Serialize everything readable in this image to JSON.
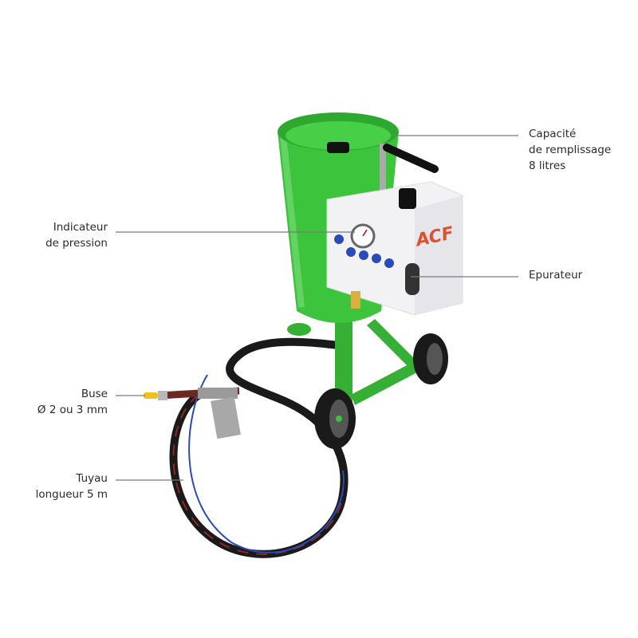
{
  "callouts": {
    "capacite": {
      "lines": [
        "Capacité",
        "de remplissage",
        "8 litres"
      ]
    },
    "indicateur": {
      "lines": [
        "Indicateur",
        "de pression"
      ]
    },
    "epurateur": {
      "lines": [
        "Epurateur"
      ]
    },
    "buse": {
      "lines": [
        "Buse",
        "Ø 2 ou 3 mm"
      ]
    },
    "tuyau": {
      "lines": [
        "Tuyau",
        "longueur 5 m"
      ]
    }
  },
  "product": {
    "logo_text": "ACF",
    "colors": {
      "body": "#3cc43c",
      "panel": "#f2f2f4",
      "hose": "#1a1a1a",
      "hose_stripe": "#8a2a22",
      "air_line": "#2a4ab8",
      "nozzle": "#f0c020",
      "leader_line": "#7a7a7a"
    }
  }
}
